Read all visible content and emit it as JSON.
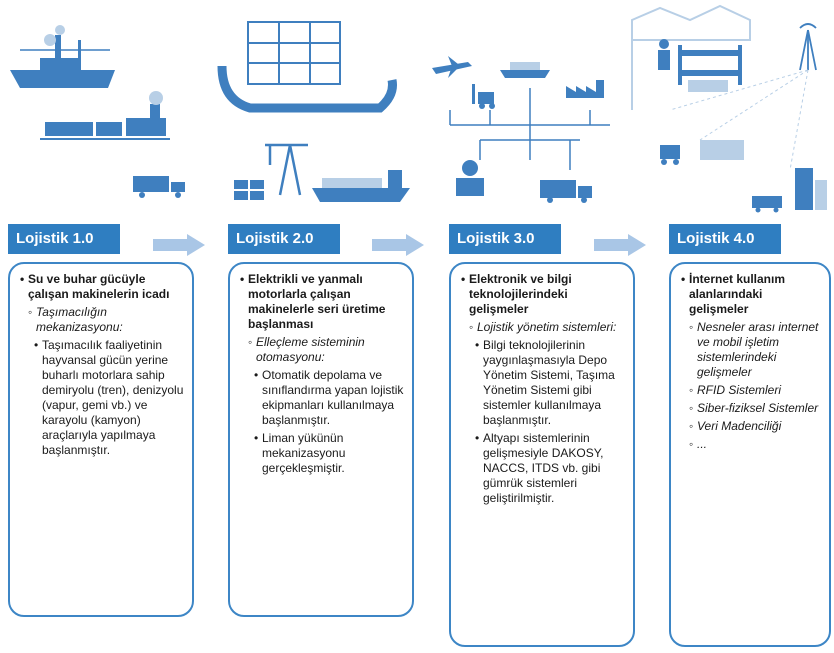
{
  "stages": [
    {
      "title": "Lojistik 1.0",
      "items": [
        {
          "level": 1,
          "text": "Su ve buhar gücüyle çalışan makinelerin icadı"
        },
        {
          "level": 2,
          "text": "Taşımacılığın mekanizasyonu:"
        },
        {
          "level": 3,
          "text": "Taşımacılık faaliyetinin hayvansal gücün yerine buharlı motorlara sahip demiryolu (tren), denizyolu (vapur, gemi vb.) ve karayolu (kamyon) araçlarıyla yapılmaya başlanmıştır."
        }
      ]
    },
    {
      "title": "Lojistik 2.0",
      "items": [
        {
          "level": 1,
          "text": "Elektrikli ve yanmalı motorlarla çalışan makinelerle seri üretime başlanması"
        },
        {
          "level": 2,
          "text": "Elleçleme sisteminin otomasyonu:"
        },
        {
          "level": 3,
          "text": "Otomatik depolama ve sınıflandırma yapan lojistik ekipmanları kullanılmaya başlanmıştır."
        },
        {
          "level": 3,
          "text": "Liman yükünün mekanizasyonu gerçekleşmiştir."
        }
      ]
    },
    {
      "title": "Lojistik 3.0",
      "items": [
        {
          "level": 1,
          "text": "Elektronik ve bilgi teknolojilerindeki gelişmeler"
        },
        {
          "level": 2,
          "text": "Lojistik yönetim sistemleri:"
        },
        {
          "level": 3,
          "text": "Bilgi teknolojilerinin yaygınlaşmasıyla Depo Yönetim Sistemi, Taşıma Yönetim Sistemi gibi sistemler kullanılmaya başlanmıştır."
        },
        {
          "level": 3,
          "text": "Altyapı sistemlerinin gelişmesiyle DAKOSY, NACCS, ITDS vb. gibi gümrük sistemleri geliştirilmiştir."
        }
      ]
    },
    {
      "title": "Lojistik 4.0",
      "items": [
        {
          "level": 1,
          "text": "İnternet kullanım alanlarındaki gelişmeler"
        },
        {
          "level": 2,
          "text": "Nesneler arası internet ve mobil işletim sistemlerindeki gelişmeler"
        },
        {
          "level": 2,
          "text": "RFID Sistemleri"
        },
        {
          "level": 2,
          "text": "Siber-fiziksel Sistemler"
        },
        {
          "level": 2,
          "text": "Veri Madenciliği"
        },
        {
          "level": 2,
          "text": "..."
        }
      ]
    }
  ],
  "colors": {
    "accent": "#2f7ec1",
    "border": "#3d86c6",
    "arrow": "#a9c6e6",
    "icon": "#3f7fbf",
    "icon_light": "#b8cfe6"
  }
}
